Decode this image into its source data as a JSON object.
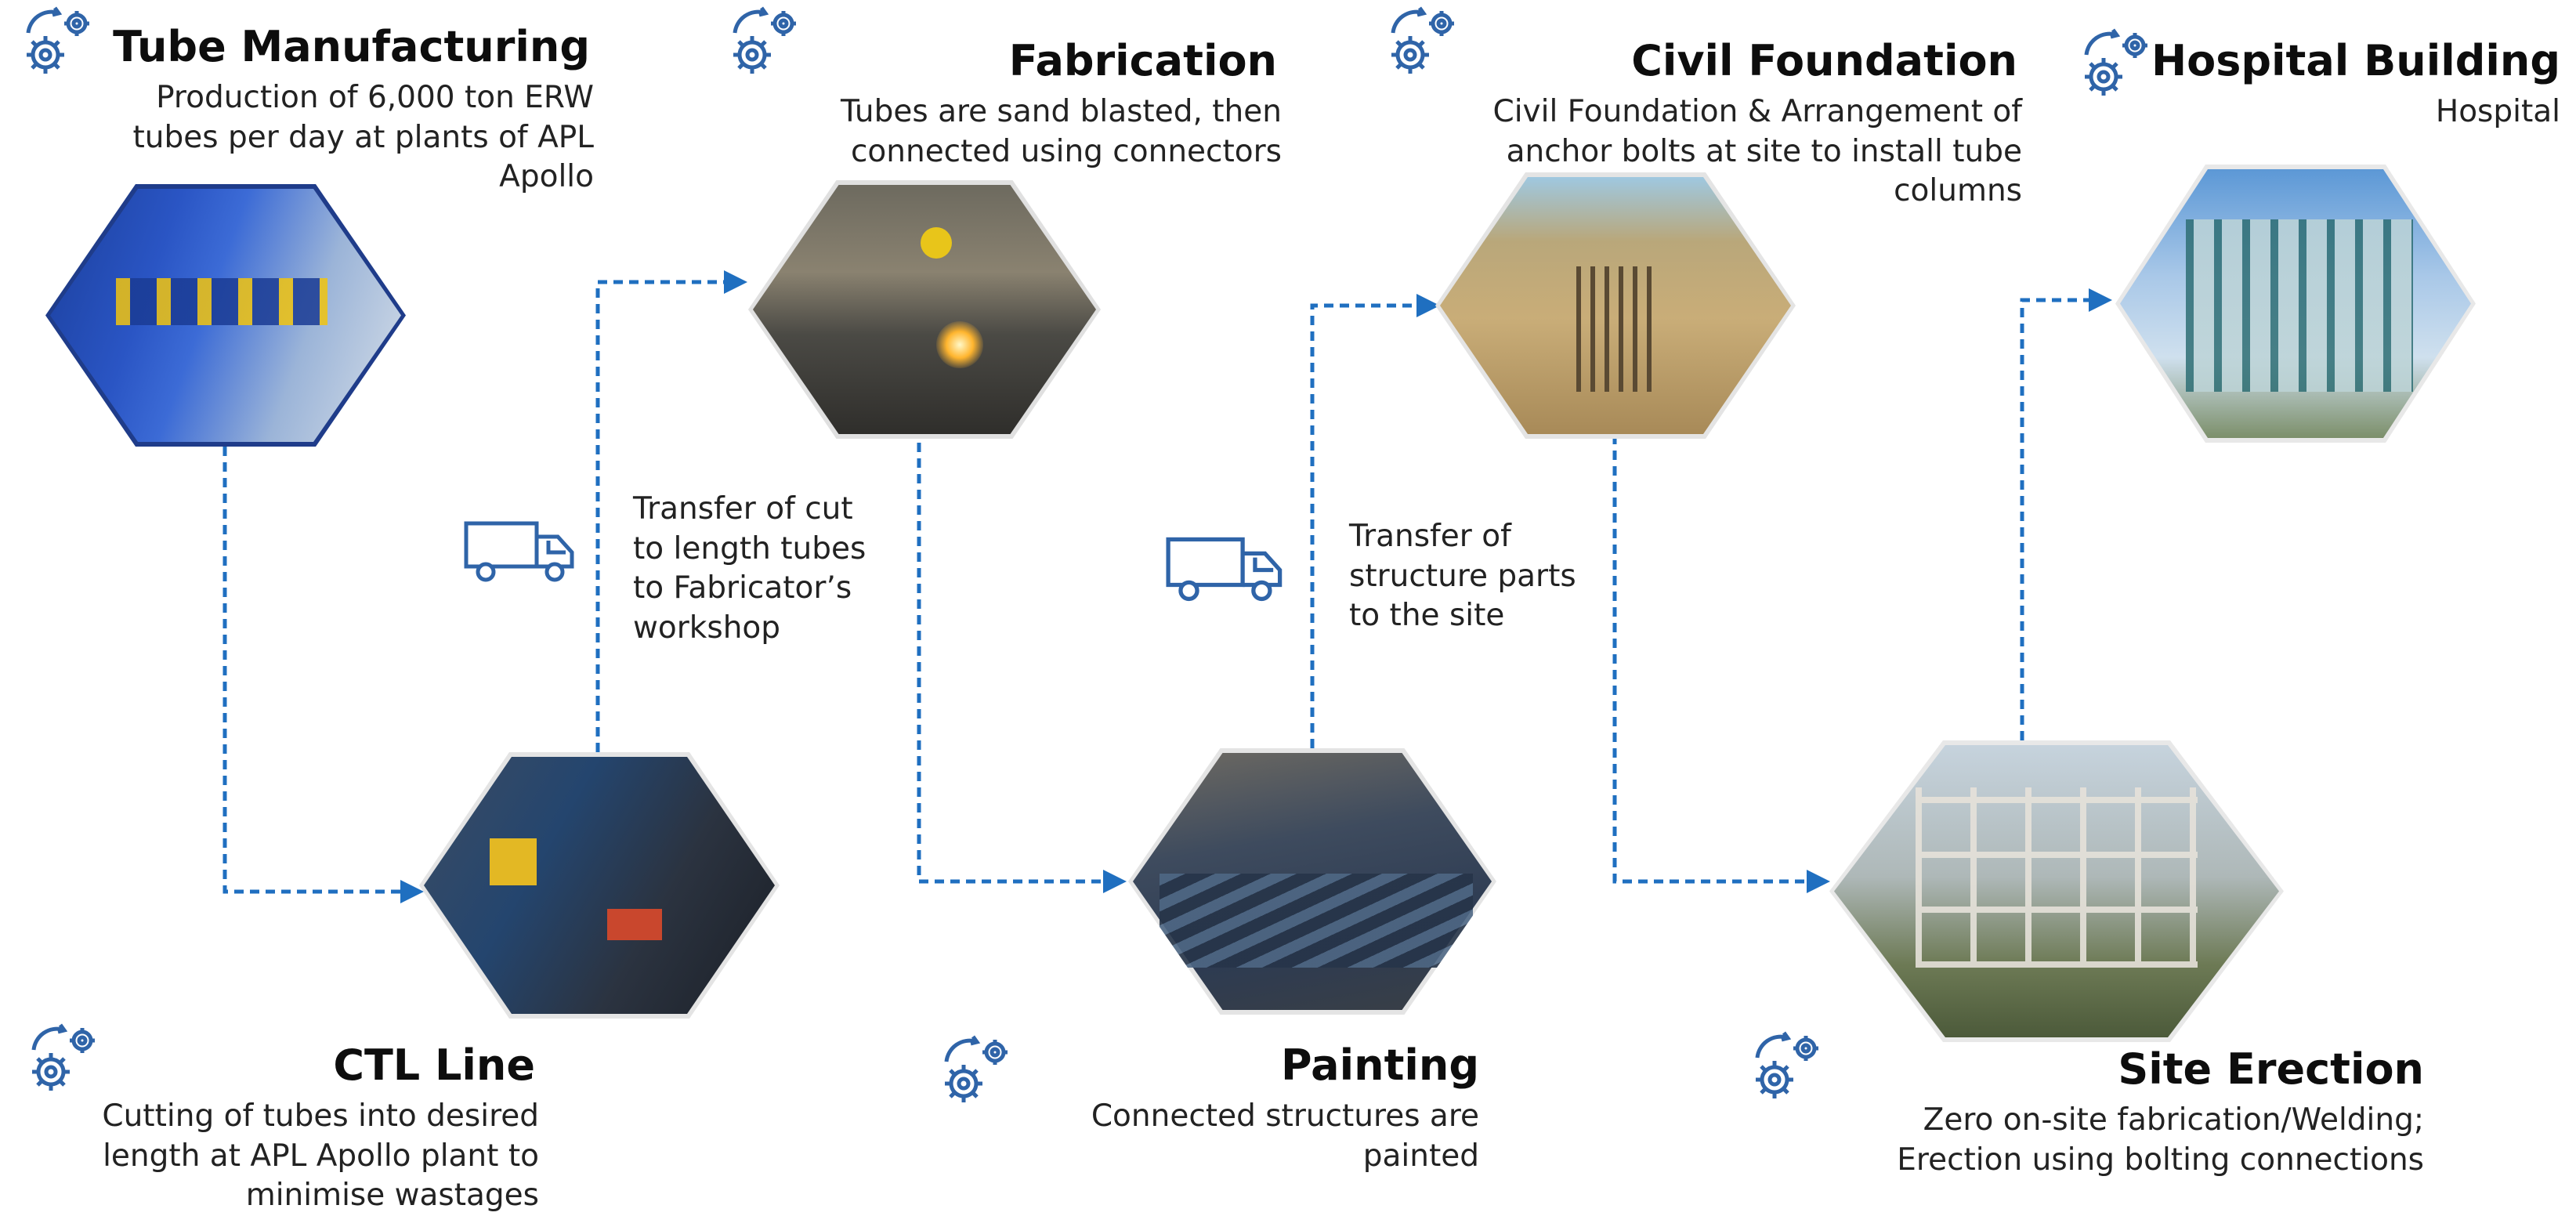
{
  "steps": {
    "tube_manufacturing": {
      "title": "Tube Manufacturing",
      "desc": "Production of 6,000 ton ERW tubes per day at plants of APL Apollo"
    },
    "fabrication": {
      "title": "Fabrication",
      "desc": "Tubes are sand blasted, then connected using connectors"
    },
    "civil_foundation": {
      "title": "Civil Foundation",
      "desc": "Civil Foundation & Arrangement of anchor bolts at site to install tube columns"
    },
    "hospital_building": {
      "title": "Hospital Building",
      "desc": "Hospital"
    },
    "ctl_line": {
      "title": "CTL Line",
      "desc": "Cutting of tubes into desired length at APL Apollo plant to minimise wastages"
    },
    "painting": {
      "title": "Painting",
      "desc": "Connected structures are painted"
    },
    "site_erection": {
      "title": "Site Erection",
      "desc": "Zero on-site fabrication/Welding; Erection using bolting connections"
    }
  },
  "transfers": {
    "to_fabricator": "Transfer of cut to length tubes to Fabricator’s workshop",
    "to_site": "Transfer of structure parts to the site"
  },
  "colors": {
    "arrow": "#1f6fc0",
    "icon": "#2f64a8",
    "hex_border": "#1f3c8a"
  },
  "icons": [
    "gears-icon",
    "truck-icon"
  ]
}
